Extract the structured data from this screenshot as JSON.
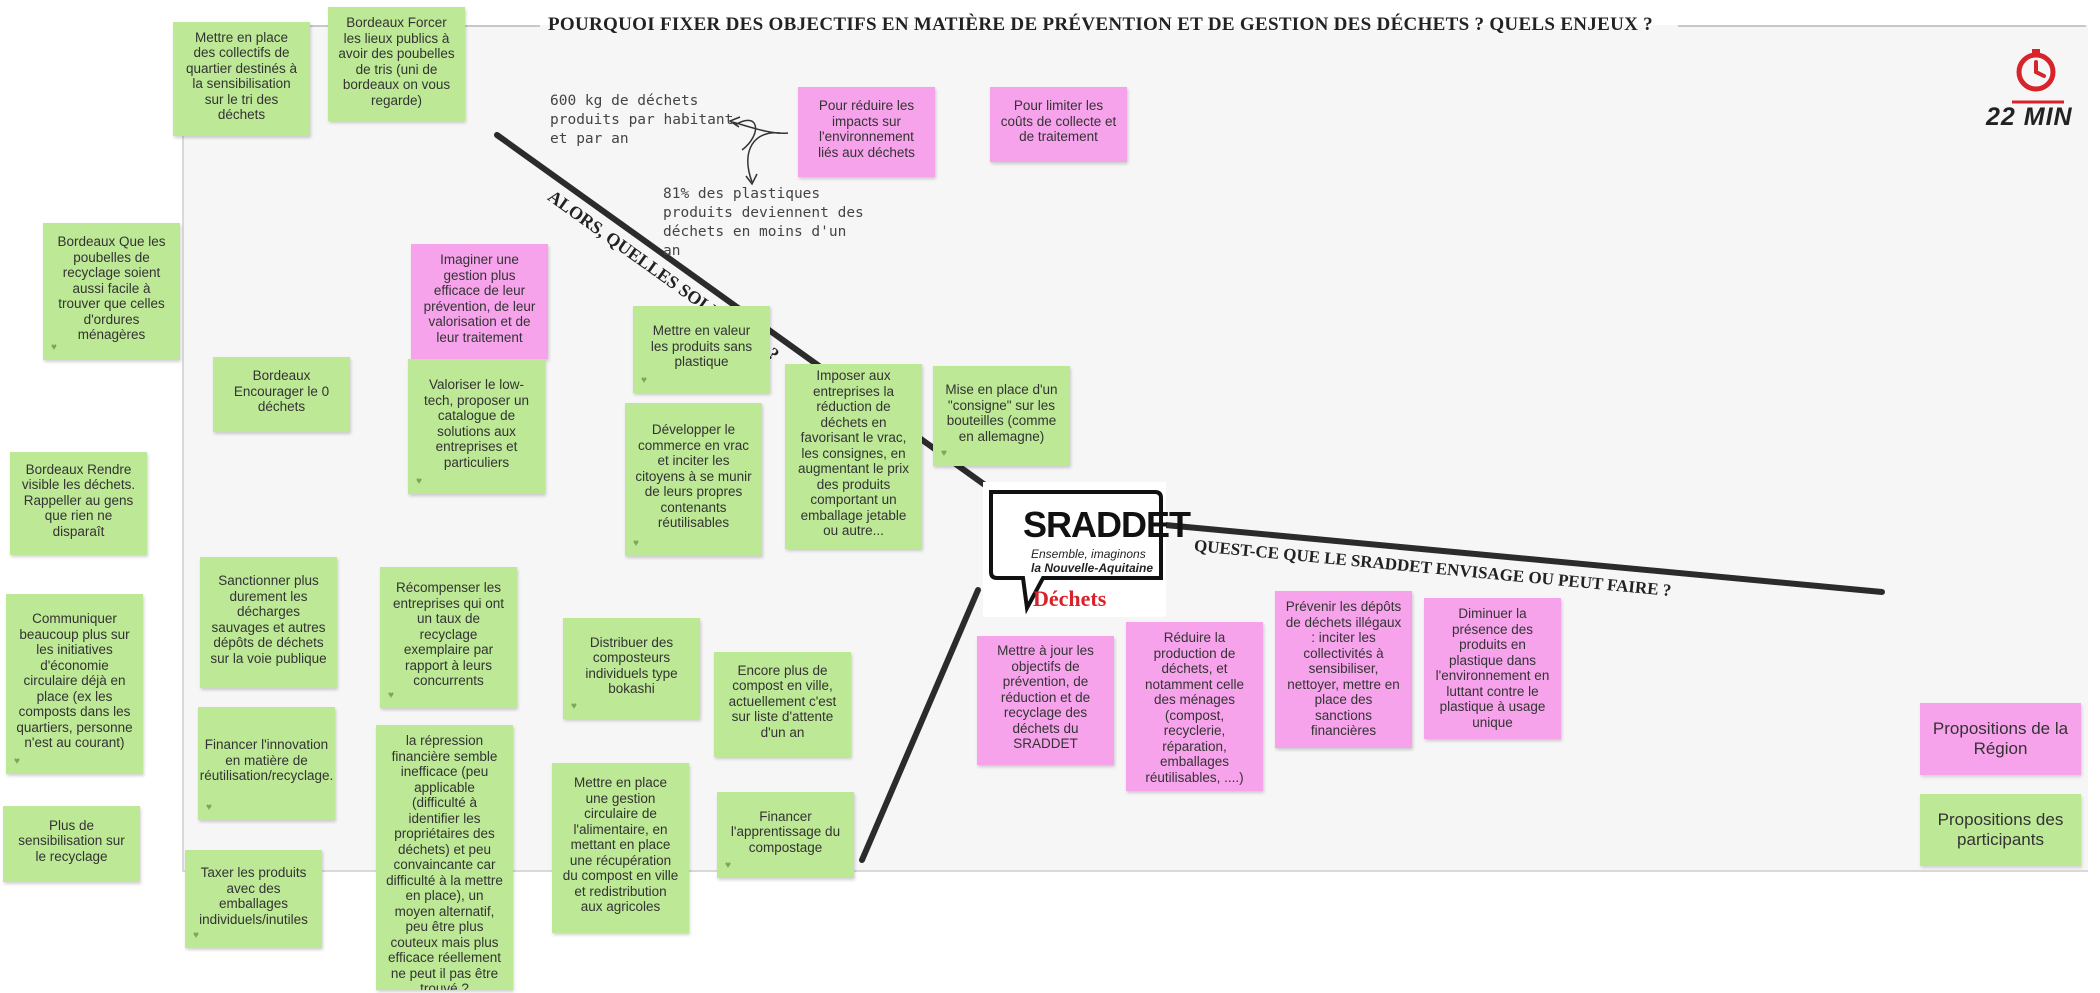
{
  "title": "POURQUOI FIXER DES OBJECTIFS EN MATIÈRE DE PRÉVENTION ET DE GESTION DES DÉCHETS ? QUELS ENJEUX ?",
  "branch_top_label": "ALORS, QUELLES SOLUTIONS ?",
  "branch_right_label": "QUEST-CE QUE LE SRADDET ENVISAGE OU PEUT FAIRE ?",
  "timer": {
    "label": "22 MIN",
    "icon": "stopwatch-icon",
    "color": "#d8232a"
  },
  "logo": {
    "word": "SRADDET",
    "tagline_1": "Ensemble, imaginons",
    "tagline_2": "la Nouvelle-Aquitaine",
    "category": "Déchets"
  },
  "handwritten": {
    "stat_1": "600 kg de déchets produits par habitant et par an",
    "stat_2": "81% des plastiques produits deviennent des déchets en moins d'un an"
  },
  "pink_notes": [
    "Pour réduire les impacts sur l'environnement liés aux déchets",
    "Pour limiter les coûts de collecte et de traitement",
    "Imaginer une gestion plus efficace de leur prévention, de leur valorisation et de leur traitement",
    "Mettre à jour les objectifs de prévention, de réduction et de recyclage des déchets du SRADDET",
    "Réduire la production de déchets, et notamment celle des ménages (compost, recyclerie, réparation, emballages réutilisables, ....)",
    "Prévenir les dépôts de déchets illégaux : inciter les collectivités à sensibiliser, nettoyer, mettre en place des sanctions financières",
    "Diminuer la présence des produits en plastique dans l'environnement en luttant contre le plastique à usage unique"
  ],
  "green_notes": [
    "Mettre en place des collectifs de quartier destinés à la sensibilisation sur le tri des déchets",
    "Bordeaux Forcer les lieux publics à avoir des poubelles de tris (uni de bordeaux on vous regarde)",
    "Bordeaux Que les poubelles de recyclage soient aussi facile à trouver que celles d'ordures ménagères",
    "Bordeaux Encourager le 0 déchets",
    "Bordeaux Rendre visible les déchets. Rappeller au gens que rien ne disparaît",
    "Communiquer beaucoup plus sur les initiatives d'économie circulaire déjà en place (ex les composts dans les quartiers, personne n'est au courant)",
    "Plus de sensibilisation sur le recyclage",
    "Sanctionner plus durement les décharges sauvages et autres dépôts de déchets sur la voie publique",
    "Financer l'innovation en matière de réutilisation/recyclage.",
    "Taxer les produits avec des emballages individuels/inutiles",
    "Valoriser le low-tech, proposer un catalogue de solutions aux entreprises et particuliers",
    "Récompenser les entreprises qui ont un taux de recyclage exemplaire par rapport à leurs concurrents",
    "la répression financière semble inefficace (peu applicable (difficulté à identifier les propriétaires des déchets) et peu convaincante car difficulté à la mettre en place), un moyen alternatif, peu être plus couteux mais plus efficace réellement ne peut il pas être trouvé ?",
    "Mettre en valeur les produits sans plastique",
    "Développer le commerce en vrac et inciter les citoyens à se munir de leurs propres contenants réutilisables",
    "Imposer aux entreprises la réduction de déchets en favorisant le vrac, les consignes, en augmentant le prix des produits comportant un emballage jetable ou autre...",
    "Mise en place d'un \"consigne\" sur les bouteilles (comme en allemagne)",
    "Distribuer des composteurs individuels type bokashi",
    "Encore plus de compost en ville, actuellement c'est sur liste d'attente d'un an",
    "Mettre en place une gestion circulaire de l'alimentaire, en mettant en place une récupération du compost en ville et redistribution aux agricoles",
    "Financer l'apprentissage du compostage"
  ],
  "legend": {
    "region": "Propositions de la Région",
    "participants": "Propositions des participants",
    "region_color": "#f7a3ec",
    "participants_color": "#bde896"
  },
  "like_icon": "heart-icon"
}
